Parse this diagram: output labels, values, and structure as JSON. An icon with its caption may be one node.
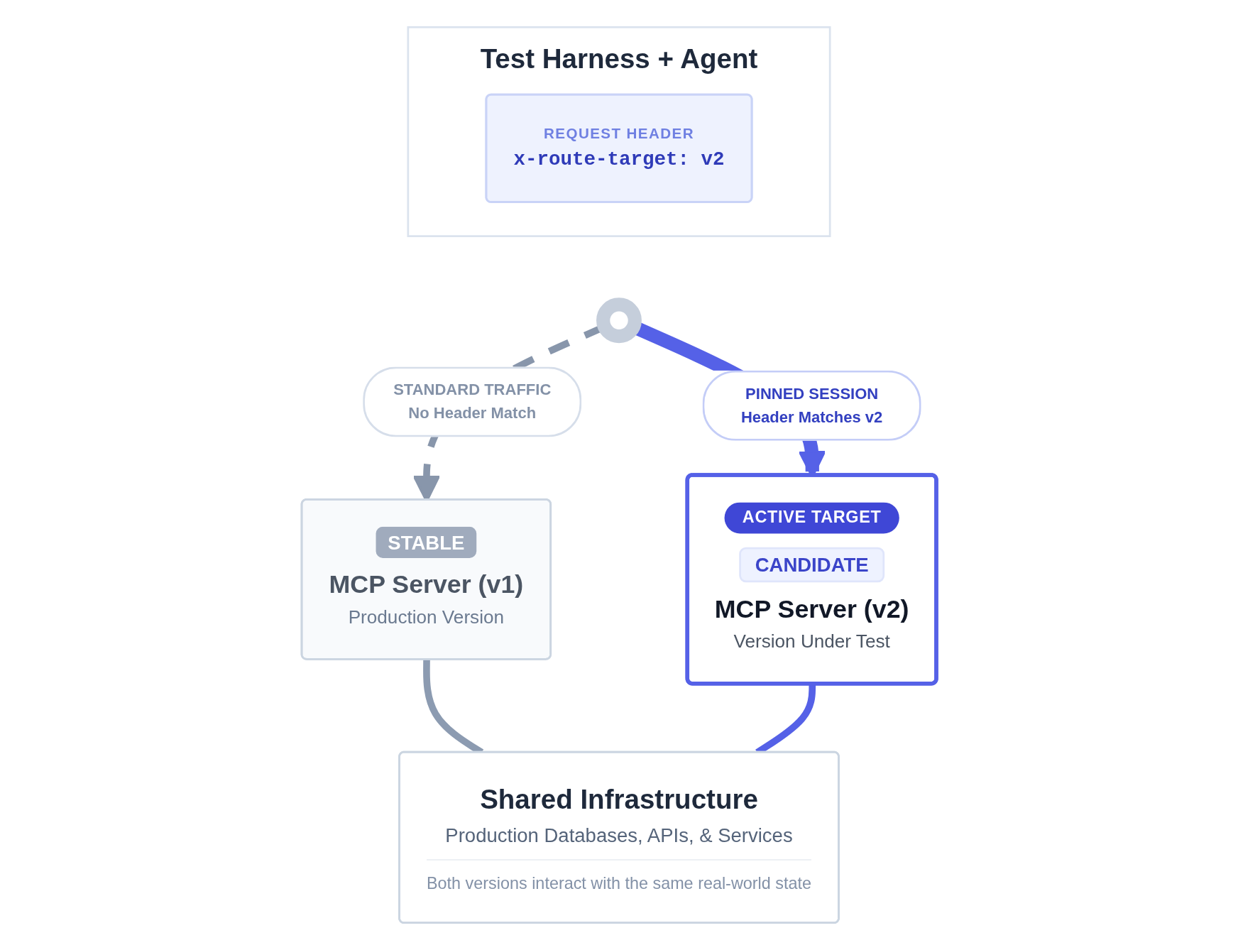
{
  "diagram": {
    "nodes": [
      {
        "text": [
          "Test Harness + Agent"
        ]
      },
      {
        "text": [
          "REQUEST HEADER",
          "x-route-target: v2"
        ],
        "in": 0
      },
      {
        "text": [],
        "shape": "circle"
      },
      {
        "text": [
          "STABLE",
          "MCP Server (v1)",
          "Production Version"
        ]
      },
      {
        "text": [
          "ACTIVE TARGET",
          "CANDIDATE",
          "MCP Server (v2)",
          "Version Under Test"
        ]
      },
      {
        "text": [
          "Shared Infrastructure",
          "Production Databases, APIs, & Services",
          "Both versions interact with the same real-world state"
        ]
      }
    ],
    "edges": [
      {
        "from": 2,
        "to": 3,
        "arrow": "to",
        "label": "STANDARD TRAFFIC No Header Match",
        "style": "dashed",
        "color": "#8896ab"
      },
      {
        "from": 2,
        "to": 4,
        "arrow": "to",
        "label": "PINNED SESSION Header Matches v2",
        "style": "thick",
        "color": "#5561e7"
      },
      {
        "from": 3,
        "to": 5,
        "arrow": "none",
        "color": "#8c9bb1"
      },
      {
        "from": 4,
        "to": 5,
        "arrow": "none",
        "color": "#5561e7"
      }
    ]
  }
}
